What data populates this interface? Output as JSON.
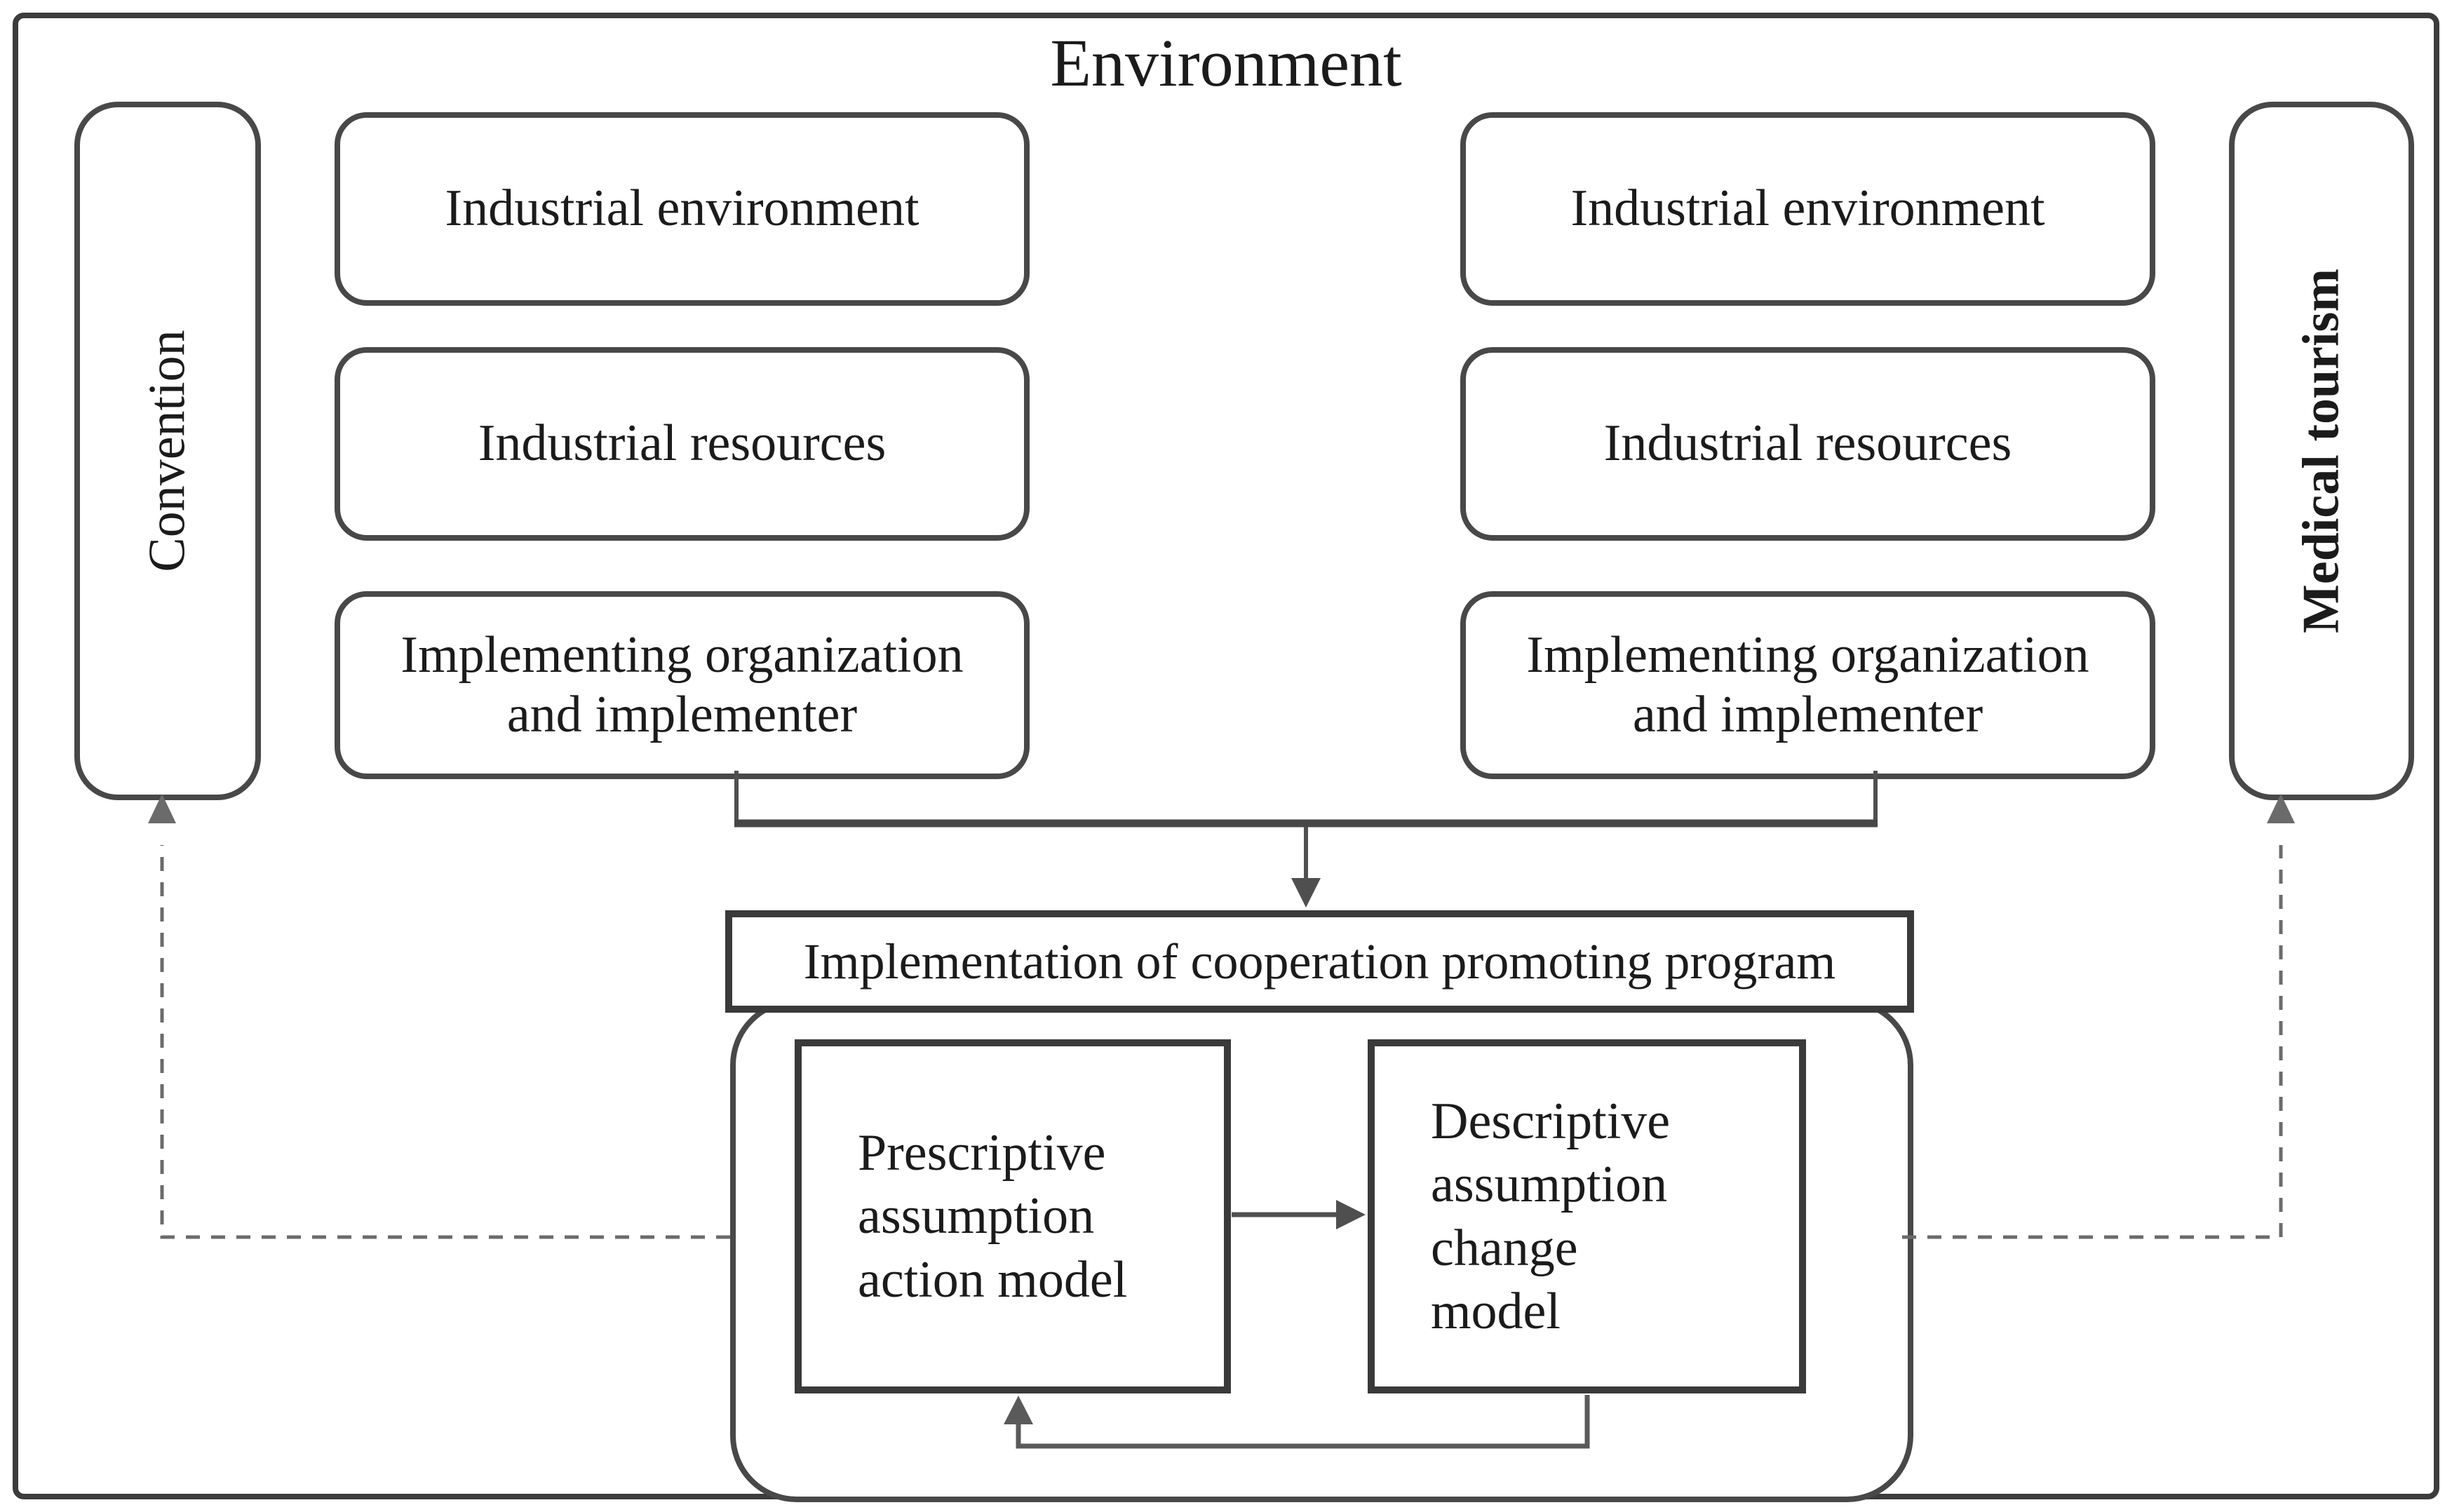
{
  "diagram": {
    "title": "Environment",
    "side_left": {
      "label": "Convention"
    },
    "side_right": {
      "label": "Medical tourism"
    },
    "left_column": {
      "industrial_environment": "Industrial environment",
      "industrial_resources": "Industrial resources",
      "implementing_org": "Implementing organization\nand implementer"
    },
    "right_column": {
      "industrial_environment": "Industrial environment",
      "industrial_resources": "Industrial resources",
      "implementing_org": "Implementing organization\nand implementer"
    },
    "program_bar": {
      "label": "Implementation of cooperation promoting program"
    },
    "inner_models": {
      "prescriptive": "Prescriptive\nassumption\naction model",
      "descriptive": "Descriptive\nassumption\nchange\nmodel"
    },
    "connections": [
      "left implementing organization -> implementation of cooperation promoting program (solid arrow, merged)",
      "right implementing organization -> implementation of cooperation promoting program (solid arrow, merged)",
      "prescriptive assumption action model -> descriptive assumption change model (solid arrow)",
      "descriptive assumption change model -> prescriptive assumption action model (solid feedback loop below boxes)",
      "program container -> convention (dashed arrow)",
      "program container -> medical tourism (dashed arrow)"
    ],
    "colors": {
      "background": "#ffffff",
      "frame_border": "#3c3c3c",
      "box_border": "#484848",
      "inner_box_border": "#3a3a3a",
      "line": "#4f4f4f",
      "dashed_line": "#6b6b6b",
      "text": "#1b1b1b"
    }
  }
}
